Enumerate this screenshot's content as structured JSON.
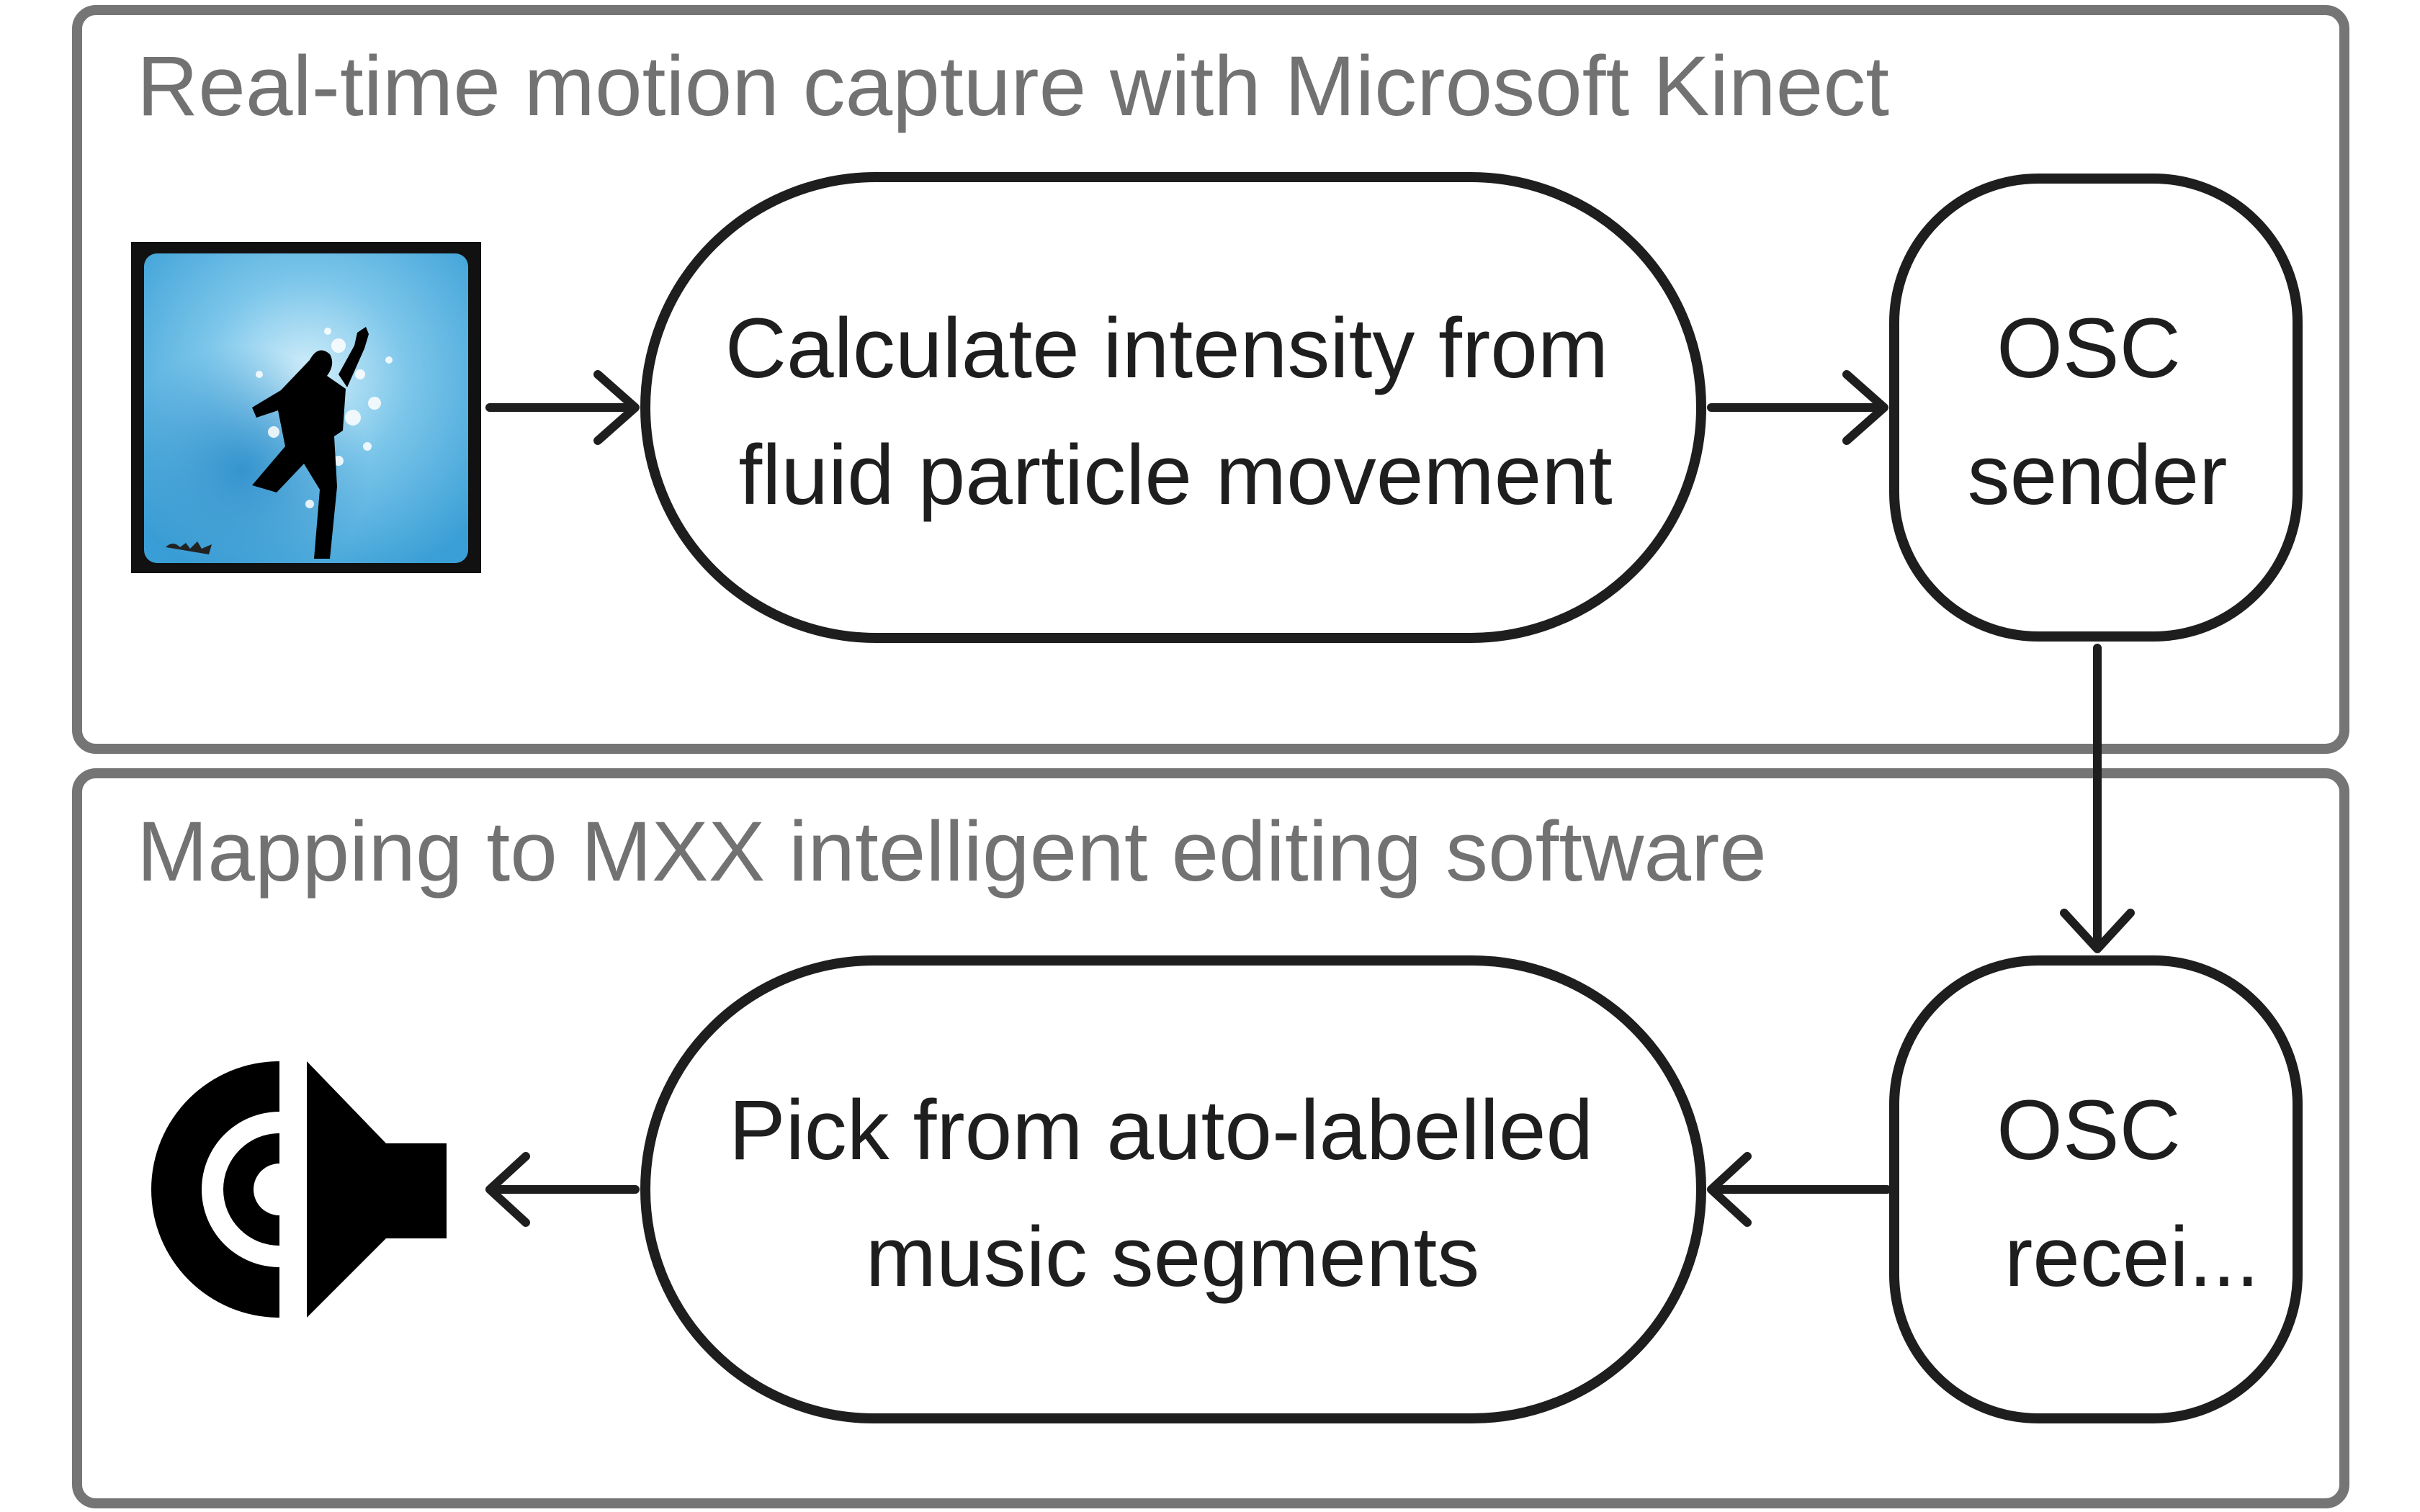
{
  "panels": {
    "capture": {
      "title": "Real-time motion capture with Microsoft Kinect"
    },
    "mapping": {
      "title": "Mapping to MXX intelligent editing software"
    }
  },
  "nodes": {
    "intensity": {
      "line1": "Calculate intensity from",
      "line2": "fluid particle movement"
    },
    "osc_sender": {
      "line1": "OSC",
      "line2": "sender"
    },
    "osc_receiver": {
      "line1": "OSC",
      "line2": "recei..."
    },
    "pick": {
      "line1": "Pick from auto-labelled",
      "line2": "music segments"
    }
  },
  "icons": {
    "kinect_image": "dancer-silhouette-icon",
    "speaker": "speaker-icon"
  },
  "colors": {
    "panel_border": "#757575",
    "node_border": "#1e1e1e",
    "panel_title": "#727272",
    "kinect_bg": "#4aa8dc"
  }
}
